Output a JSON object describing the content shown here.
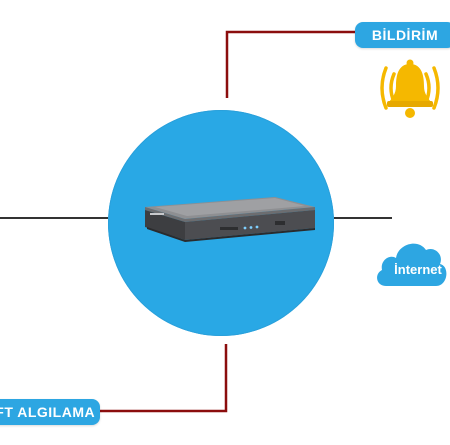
{
  "labels": {
    "notification": "BİLDİRİM",
    "detection": "İFT ALGILAMA",
    "internet": "İnternet"
  },
  "icons": {
    "notification": "bell-icon",
    "internet": "cloud-icon",
    "device": "dvr-recorder"
  },
  "colors": {
    "hub": "#29a8e5",
    "pill": "#2da6e2",
    "connector_red": "#8b0d0d",
    "connector_dark": "#333333",
    "bell": "#f5b800"
  }
}
